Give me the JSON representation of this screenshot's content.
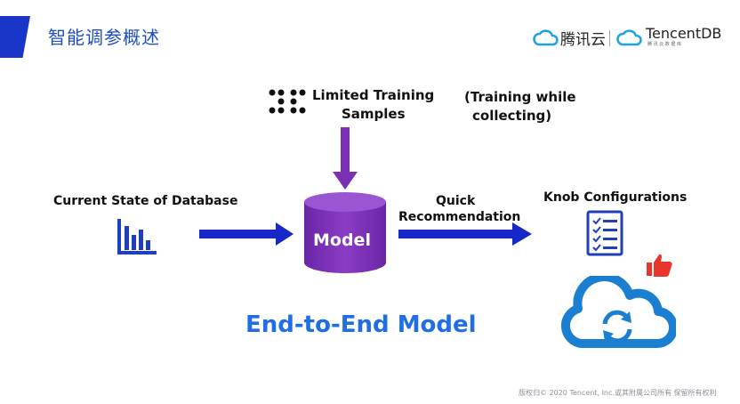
{
  "header": {
    "title": "智能调参概述",
    "brand_primary": "腾讯云",
    "brand_secondary": "TencentDB",
    "brand_secondary_sub": "腾 讯 云 数 据 库"
  },
  "diagram": {
    "input_left_label": "Current State of Database",
    "input_top_label_line1": "Limited Training",
    "input_top_label_line2": "Samples",
    "note_line1": "(Training while",
    "note_line2": "collecting)",
    "model_label": "Model",
    "arrow_label_line1": "Quick",
    "arrow_label_line2": "Recommendation",
    "output_label": "Knob Configurations",
    "caption": "End-to-End Model"
  },
  "footer": {
    "copyright": "版权归© 2020 Tencent, Inc.或其附属公司所有 保留所有权利"
  },
  "colors": {
    "accent_blue": "#1f4ec2",
    "arrow_blue": "#1628c8",
    "model_purple": "#7a2fb4",
    "cloud_blue": "#1a7fd1",
    "thumb_red": "#e8362a"
  }
}
